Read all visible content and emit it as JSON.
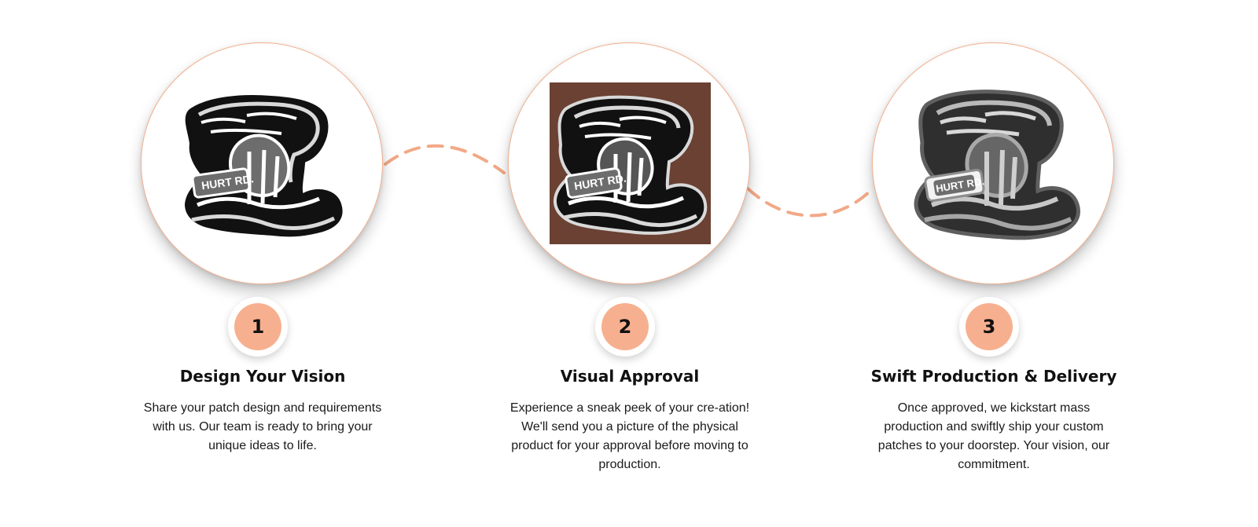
{
  "theme": {
    "accent": "#f7b08f",
    "connector": "#f2a987",
    "text": "#111111",
    "brown_bg": "#6a4133",
    "patch_dark": "#111111",
    "patch_gray": "#6d6d6d",
    "patch_light": "#d9d9d9"
  },
  "steps": [
    {
      "number": "1",
      "title": "Design Your Vision",
      "description": "Share your patch design and requirements with us. Our team is ready to bring your unique ideas to life.",
      "image": {
        "variant": "digital-mockup",
        "label": "HURT RD."
      }
    },
    {
      "number": "2",
      "title": "Visual Approval",
      "description": "Experience a sneak peek of your cre-ation! We'll send you a picture of the physical product for your approval before moving to production.",
      "image": {
        "variant": "brown-background-proof",
        "label": "HURT RD."
      }
    },
    {
      "number": "3",
      "title": "Swift Production & Delivery",
      "description": "Once approved, we kickstart mass production and swiftly ship your custom patches to your doorstep. Your vision, our commitment.",
      "image": {
        "variant": "finished-patch",
        "label": "HURT RD."
      }
    }
  ]
}
